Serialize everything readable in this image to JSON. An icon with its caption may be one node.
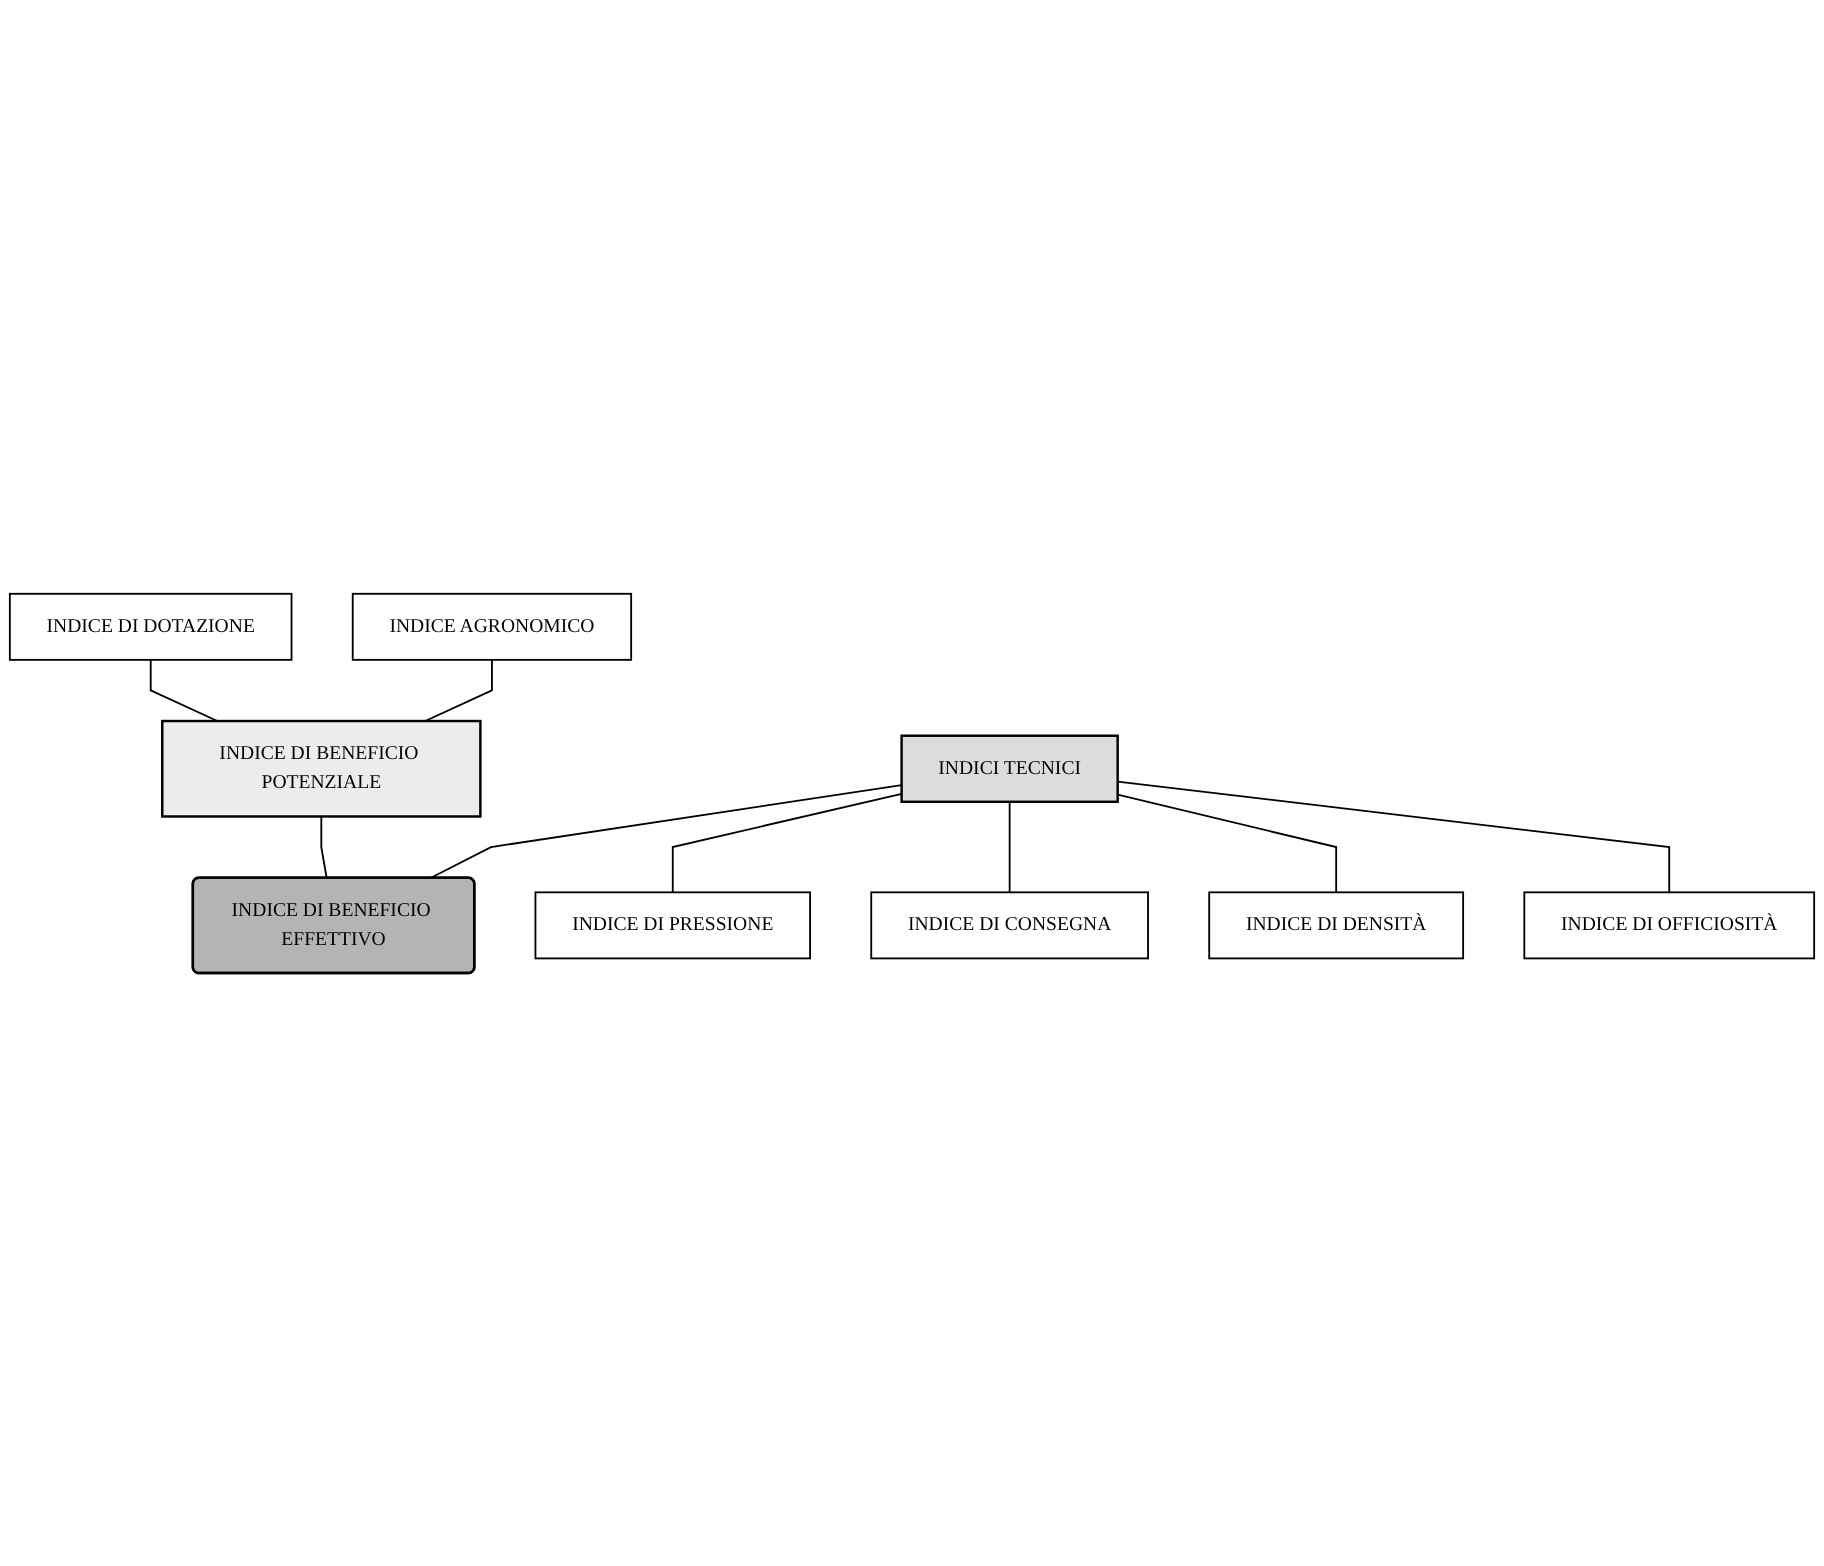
{
  "diagram": {
    "nodes": [
      {
        "text": [
          "INDICE DI DOTAZIONE"
        ]
      },
      {
        "text": [
          "INDICE AGRONOMICO"
        ]
      },
      {
        "text": [
          "INDICE DI BENEFICIO POTENZIALE"
        ]
      },
      {
        "text": [
          "INDICI TECNICI"
        ]
      },
      {
        "text": [
          "INDICE DI PRESSIONE"
        ]
      },
      {
        "text": [
          "INDICE DI CONSEGNA"
        ]
      },
      {
        "text": [
          "INDICE DI DENSITÀ"
        ]
      },
      {
        "text": [
          "INDICE DI OFFICIOSITÀ"
        ]
      },
      {
        "text": [
          "INDICE DI BENEFICIO EFFETTIVO"
        ]
      }
    ],
    "edges": [
      {
        "from": 0,
        "to": 2,
        "arrow": "none"
      },
      {
        "from": 1,
        "to": 2,
        "arrow": "none"
      },
      {
        "from": 3,
        "to": 4,
        "arrow": "none"
      },
      {
        "from": 3,
        "to": 5,
        "arrow": "none"
      },
      {
        "from": 3,
        "to": 6,
        "arrow": "none"
      },
      {
        "from": 3,
        "to": 7,
        "arrow": "none"
      },
      {
        "from": 2,
        "to": 8,
        "arrow": "none"
      },
      {
        "from": 3,
        "to": 8,
        "arrow": "none"
      }
    ]
  }
}
